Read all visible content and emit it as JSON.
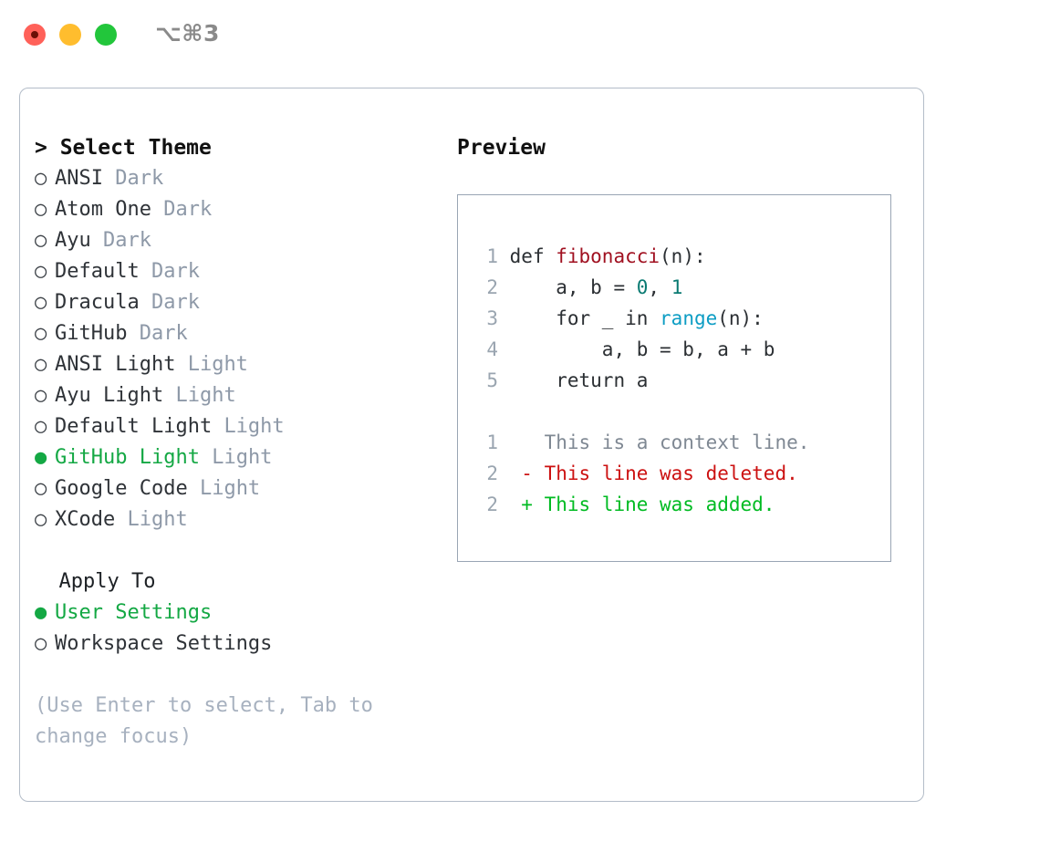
{
  "titlebar": {
    "shortcut": "⌥⌘3",
    "lights": [
      "close-red",
      "minimize-yellow",
      "maximize-green"
    ]
  },
  "theme_list": {
    "header": "> Select Theme",
    "items": [
      {
        "bullet": "○",
        "name": "ANSI",
        "tag": "Dark",
        "selected": false
      },
      {
        "bullet": "○",
        "name": "Atom One",
        "tag": "Dark",
        "selected": false
      },
      {
        "bullet": "○",
        "name": "Ayu",
        "tag": "Dark",
        "selected": false
      },
      {
        "bullet": "○",
        "name": "Default",
        "tag": "Dark",
        "selected": false
      },
      {
        "bullet": "○",
        "name": "Dracula",
        "tag": "Dark",
        "selected": false
      },
      {
        "bullet": "○",
        "name": "GitHub",
        "tag": "Dark",
        "selected": false
      },
      {
        "bullet": "○",
        "name": "ANSI Light",
        "tag": "Light",
        "selected": false
      },
      {
        "bullet": "○",
        "name": "Ayu Light",
        "tag": "Light",
        "selected": false
      },
      {
        "bullet": "○",
        "name": "Default Light",
        "tag": "Light",
        "selected": false
      },
      {
        "bullet": "●",
        "name": "GitHub Light",
        "tag": "Light",
        "selected": true
      },
      {
        "bullet": "○",
        "name": "Google Code",
        "tag": "Light",
        "selected": false
      },
      {
        "bullet": "○",
        "name": "XCode",
        "tag": "Light",
        "selected": false
      }
    ]
  },
  "apply_to": {
    "header": "  Apply To",
    "items": [
      {
        "bullet": "●",
        "name": "User Settings",
        "selected": true
      },
      {
        "bullet": "○",
        "name": "Workspace Settings",
        "selected": false
      }
    ]
  },
  "hint": "(Use Enter to select, Tab to change focus)",
  "preview": {
    "title": "Preview",
    "code_lines": [
      {
        "n": "1",
        "tokens": [
          {
            "t": "def ",
            "c": "kw"
          },
          {
            "t": "fibonacci",
            "c": "fn"
          },
          {
            "t": "(n):",
            "c": "kw"
          }
        ]
      },
      {
        "n": "2",
        "tokens": [
          {
            "t": "    a, b = ",
            "c": "kw"
          },
          {
            "t": "0",
            "c": "num"
          },
          {
            "t": ", ",
            "c": "kw"
          },
          {
            "t": "1",
            "c": "num"
          }
        ]
      },
      {
        "n": "3",
        "tokens": [
          {
            "t": "    for _ in ",
            "c": "kw"
          },
          {
            "t": "range",
            "c": "builtin"
          },
          {
            "t": "(n):",
            "c": "kw"
          }
        ]
      },
      {
        "n": "4",
        "tokens": [
          {
            "t": "        a, b = b, a + b",
            "c": "kw"
          }
        ]
      },
      {
        "n": "5",
        "tokens": [
          {
            "t": "    return a",
            "c": "kw"
          }
        ]
      }
    ],
    "diff_lines": [
      {
        "n": "1",
        "text": "  This is a context line.",
        "kind": "diff-ctx"
      },
      {
        "n": "2",
        "text": "- This line was deleted.",
        "kind": "diff-del"
      },
      {
        "n": "2",
        "text": "+ This line was added.",
        "kind": "diff-add"
      }
    ]
  },
  "colors": {
    "accent_green": "#14a844",
    "tag_gray": "#8e99a8",
    "hint_gray": "#a7b1bf",
    "panel_border": "#b3bcc8",
    "code_border": "#99a5b4",
    "linenum": "#9aa5b0",
    "fn_red": "#a01020",
    "num_teal": "#0a7a72",
    "builtin_blue": "#0d9dc4",
    "diff_del_red": "#cc1111",
    "diff_add_green": "#00bb22"
  }
}
